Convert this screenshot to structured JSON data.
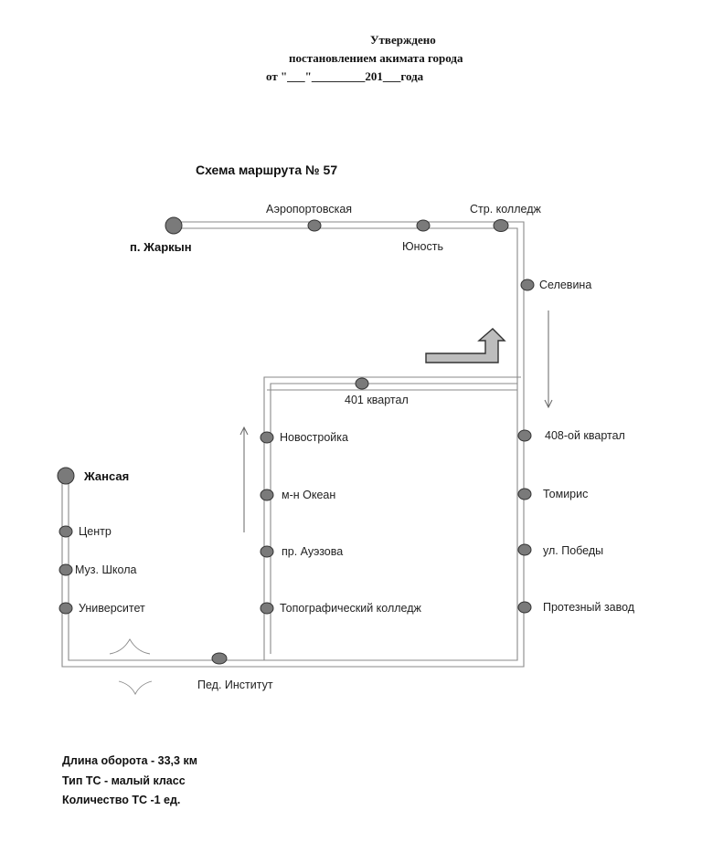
{
  "header": {
    "approved": "Утверждено",
    "decree": "постановлением акимата города",
    "date_line": "от \"___\"_________201___года"
  },
  "title": "Схема маршрута № 57",
  "stops": {
    "zharkyn": "п. Жаркын",
    "airport": "Аэропортовская",
    "yunost": "Юность",
    "str_college": "Стр. колледж",
    "selevina": "Селевина",
    "kvartal_401": "401 квартал",
    "kvartal_408": "408-ой квартал",
    "tomiris": "Томирис",
    "pobedy": "ул. Победы",
    "protez": "Протезный завод",
    "novostroyka": "Новостройка",
    "okean": "м-н Океан",
    "auezova": "пр. Ауэзова",
    "topo_college": "Топографический колледж",
    "zhansaya": "Жансая",
    "center": "Центр",
    "music_school": "Муз. Школа",
    "university": "Университет",
    "ped_institute": "Пед. Институт"
  },
  "info": {
    "length": "Длина оборота  - 33,3 км",
    "vehicle_type": "Тип ТС - малый класс",
    "vehicle_count": "Количество ТС -1 ед."
  }
}
